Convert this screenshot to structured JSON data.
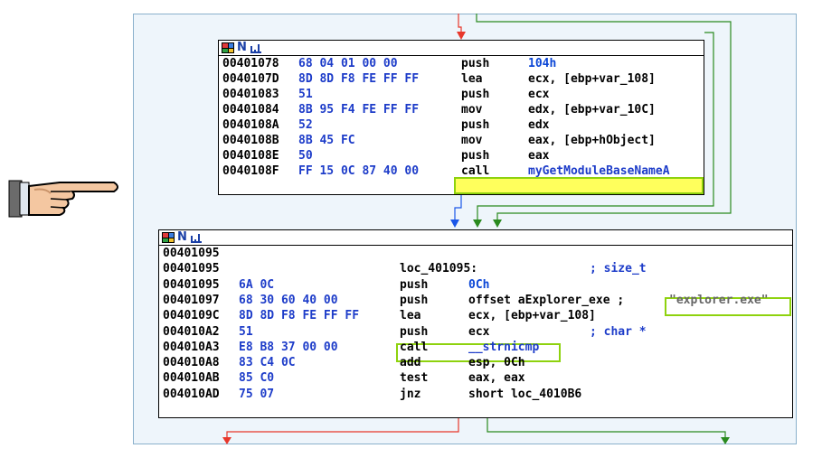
{
  "block1": {
    "rows": [
      {
        "addr": "00401078",
        "bytes": "68 04 01 00 00",
        "mnem": "push",
        "ops": "104h"
      },
      {
        "addr": "0040107D",
        "bytes": "8D 8D F8 FE FF FF",
        "mnem": "lea",
        "ops": "ecx, [ebp+var_108]"
      },
      {
        "addr": "00401083",
        "bytes": "51",
        "mnem": "push",
        "ops": "ecx"
      },
      {
        "addr": "00401084",
        "bytes": "8B 95 F4 FE FF FF",
        "mnem": "mov",
        "ops": "edx, [ebp+var_10C]"
      },
      {
        "addr": "0040108A",
        "bytes": "52",
        "mnem": "push",
        "ops": "edx"
      },
      {
        "addr": "0040108B",
        "bytes": "8B 45 FC",
        "mnem": "mov",
        "ops": "eax, [ebp+hObject]"
      },
      {
        "addr": "0040108E",
        "bytes": "50",
        "mnem": "push",
        "ops": "eax"
      },
      {
        "addr": "0040108F",
        "bytes": "FF 15 0C 87 40 00",
        "mnem": "call",
        "ops": "myGetModuleBaseNameA"
      }
    ]
  },
  "block2": {
    "rows": [
      {
        "addr": "00401095",
        "bytes": "",
        "mnem": "",
        "ops": "",
        "cmt": ""
      },
      {
        "addr": "00401095",
        "bytes": "",
        "mnem": "loc_401095:",
        "ops": "",
        "cmt": "; size_t"
      },
      {
        "addr": "00401095",
        "bytes": "6A 0C",
        "mnem": "push",
        "ops": "0Ch",
        "cmt": ""
      },
      {
        "addr": "00401097",
        "bytes": "68 30 60 40 00",
        "mnem": "push",
        "ops": "offset aExplorer_exe ;",
        "cmt": "\"explorer.exe\""
      },
      {
        "addr": "0040109C",
        "bytes": "8D 8D F8 FE FF FF",
        "mnem": "lea",
        "ops": "ecx, [ebp+var_108]",
        "cmt": ""
      },
      {
        "addr": "004010A2",
        "bytes": "51",
        "mnem": "push",
        "ops": "ecx",
        "cmt": "; char *"
      },
      {
        "addr": "004010A3",
        "bytes": "E8 B8 37 00 00",
        "mnem": "call",
        "ops": "__strnicmp",
        "cmt": ""
      },
      {
        "addr": "004010A8",
        "bytes": "83 C4 0C",
        "mnem": "add",
        "ops": "esp, 0Ch",
        "cmt": ""
      },
      {
        "addr": "004010AB",
        "bytes": "85 C0",
        "mnem": "test",
        "ops": "eax, eax",
        "cmt": ""
      },
      {
        "addr": "004010AD",
        "bytes": "75 07",
        "mnem": "jnz",
        "ops": "short loc_4010B6",
        "cmt": ""
      }
    ]
  },
  "colors": {
    "edge_true": "#2a8a1f",
    "edge_false": "#e8372b",
    "edge_flow": "#1a56e8",
    "highlight": "#8ed20e"
  },
  "icons": [
    "graph-view-icon",
    "name-icon",
    "chart-icon",
    "pointing-hand-icon"
  ]
}
